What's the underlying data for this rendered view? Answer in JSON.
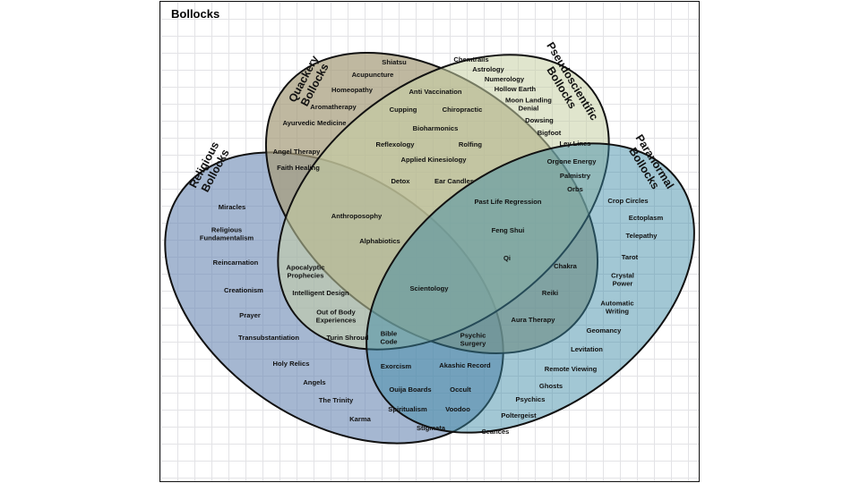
{
  "title": "Bollocks",
  "colors": {
    "religious": "#6d8ab5",
    "quackery": "#a69c7c",
    "pseudoscientific": "#c6cfa4",
    "paranormal": "#3c8aa6",
    "outline": "#111111",
    "grid": "#e3e3e6"
  },
  "sets": [
    {
      "key": "religious",
      "name": "Religious\nBollocks"
    },
    {
      "key": "quackery",
      "name": "Quackery\nBollocks"
    },
    {
      "key": "pseudoscientific",
      "name": "Pseudoscientific\nBollocks"
    },
    {
      "key": "paranormal",
      "name": "Paranormal\nBollocks"
    }
  ],
  "items": [
    {
      "text": "Shiatsu"
    },
    {
      "text": "Acupuncture"
    },
    {
      "text": "Homeopathy"
    },
    {
      "text": "Aromatherapy"
    },
    {
      "text": "Ayurvedic Medicine"
    },
    {
      "text": "Anti Vaccination"
    },
    {
      "text": "Cupping"
    },
    {
      "text": "Chiropractic"
    },
    {
      "text": "Bioharmonics"
    },
    {
      "text": "Reflexology"
    },
    {
      "text": "Rolfing"
    },
    {
      "text": "Applied Kinesiology"
    },
    {
      "text": "Detox"
    },
    {
      "text": "Ear Candles"
    },
    {
      "text": "Angel Therapy"
    },
    {
      "text": "Faith Healing"
    },
    {
      "text": "Chemtrails"
    },
    {
      "text": "Astrology"
    },
    {
      "text": "Numerology"
    },
    {
      "text": "Hollow Earth"
    },
    {
      "text": "Moon Landing\nDenial"
    },
    {
      "text": "Dowsing"
    },
    {
      "text": "Bigfoot"
    },
    {
      "text": "Ley Lines"
    },
    {
      "text": "Orgone Energy"
    },
    {
      "text": "Palmistry"
    },
    {
      "text": "Orbs"
    },
    {
      "text": "Past Life Regression"
    },
    {
      "text": "Feng Shui"
    },
    {
      "text": "Qi"
    },
    {
      "text": "Anthroposophy"
    },
    {
      "text": "Alphabiotics"
    },
    {
      "text": "Scientology"
    },
    {
      "text": "Miracles"
    },
    {
      "text": "Religious\nFundamentalism"
    },
    {
      "text": "Reincarnation"
    },
    {
      "text": "Creationism"
    },
    {
      "text": "Prayer"
    },
    {
      "text": "Transubstantiation"
    },
    {
      "text": "Holy Relics"
    },
    {
      "text": "Angels"
    },
    {
      "text": "The Trinity"
    },
    {
      "text": "Karma"
    },
    {
      "text": "Apocalyptic\nProphecies"
    },
    {
      "text": "Intelligent Design"
    },
    {
      "text": "Out of Body\nExperiences"
    },
    {
      "text": "Turin Shroud"
    },
    {
      "text": "Bible\nCode"
    },
    {
      "text": "Psychic\nSurgery"
    },
    {
      "text": "Chakra"
    },
    {
      "text": "Reiki"
    },
    {
      "text": "Aura Therapy"
    },
    {
      "text": "Crop Circles"
    },
    {
      "text": "Ectoplasm"
    },
    {
      "text": "Telepathy"
    },
    {
      "text": "Tarot"
    },
    {
      "text": "Crystal\nPower"
    },
    {
      "text": "Automatic\nWriting"
    },
    {
      "text": "Geomancy"
    },
    {
      "text": "Levitation"
    },
    {
      "text": "Remote Viewing"
    },
    {
      "text": "Ghosts"
    },
    {
      "text": "Psychics"
    },
    {
      "text": "Poltergeist"
    },
    {
      "text": "Seances"
    },
    {
      "text": "Exorcism"
    },
    {
      "text": "Akashic Record"
    },
    {
      "text": "Ouija Boards"
    },
    {
      "text": "Occult"
    },
    {
      "text": "Spiritualism"
    },
    {
      "text": "Voodoo"
    },
    {
      "text": "Stigmata"
    }
  ]
}
